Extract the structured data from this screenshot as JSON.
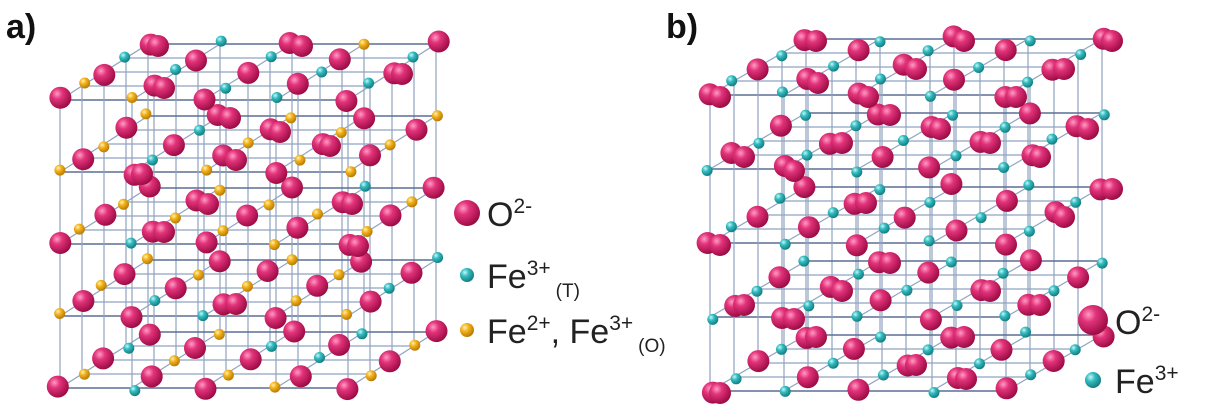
{
  "panels": [
    {
      "label": "a)",
      "legend": [
        {
          "ion": "O",
          "sup": "2-",
          "sub": "",
          "color": "#d81b60",
          "icon": "oxygen-sphere-icon"
        },
        {
          "ion": "Fe",
          "sup": "3+",
          "sub": "(T)",
          "color": "#2cb5b8",
          "icon": "fe3-tetrahedral-sphere-icon"
        },
        {
          "ion": "Fe",
          "sup": "2+",
          "ion2": ", Fe",
          "sup2": "3+",
          "sub": "(O)",
          "color": "#f2b015",
          "icon": "fe-octahedral-sphere-icon"
        }
      ]
    },
    {
      "label": "b)",
      "legend": [
        {
          "ion": "O",
          "sup": "2-",
          "sub": "",
          "color": "#d81b60",
          "icon": "oxygen-sphere-icon"
        },
        {
          "ion": "Fe",
          "sup": "3+",
          "sub": "",
          "color": "#2cb5b8",
          "icon": "fe3-sphere-icon"
        }
      ]
    }
  ],
  "colors": {
    "oxygen": "#d81b60",
    "fe_tetrahedral": "#2cb5b8",
    "fe_octahedral": "#f2b015",
    "frame": "#8fa3c2"
  }
}
